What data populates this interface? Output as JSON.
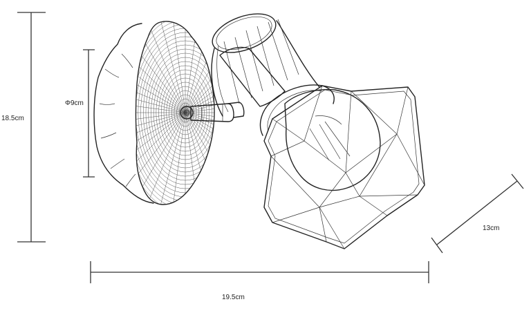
{
  "dimensions": {
    "height_label": "18.5cm",
    "base_diameter_label": "Φ9cm",
    "width_label": "19.5cm",
    "depth_label": "13cm"
  },
  "icons": {
    "product": "wall-spotlight-cage-icon"
  }
}
